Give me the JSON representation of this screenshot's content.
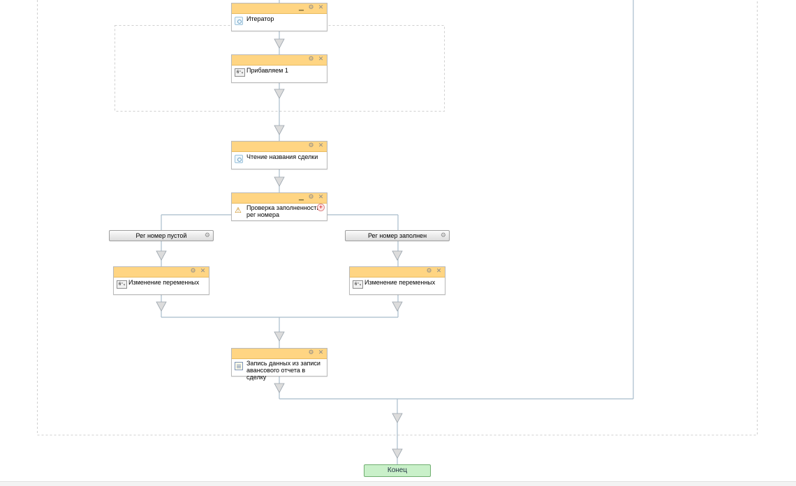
{
  "nodes": {
    "iterator": {
      "label": "Итератор",
      "icon": "gear-icon"
    },
    "add_one": {
      "label": "Прибавляем 1",
      "icon": "calc-icon"
    },
    "read_deal_name": {
      "label": "Чтение названия сделки",
      "icon": "gear-icon"
    },
    "check_reg": {
      "label": "Проверка заполненности\nрег номера",
      "icon": "question-icon"
    },
    "change_vars_left": {
      "label": "Изменение переменных",
      "icon": "calc-icon"
    },
    "change_vars_right": {
      "label": "Изменение переменных",
      "icon": "calc-icon"
    },
    "write_data": {
      "label": "Запись данных из записи\nавансового отчета в сделку",
      "icon": "note-icon"
    }
  },
  "branches": {
    "empty": "Рег номер пустой",
    "filled": "Рег номер заполнен"
  },
  "end_label": "Конец",
  "icons": {
    "calc_text": "6⁺₄"
  }
}
